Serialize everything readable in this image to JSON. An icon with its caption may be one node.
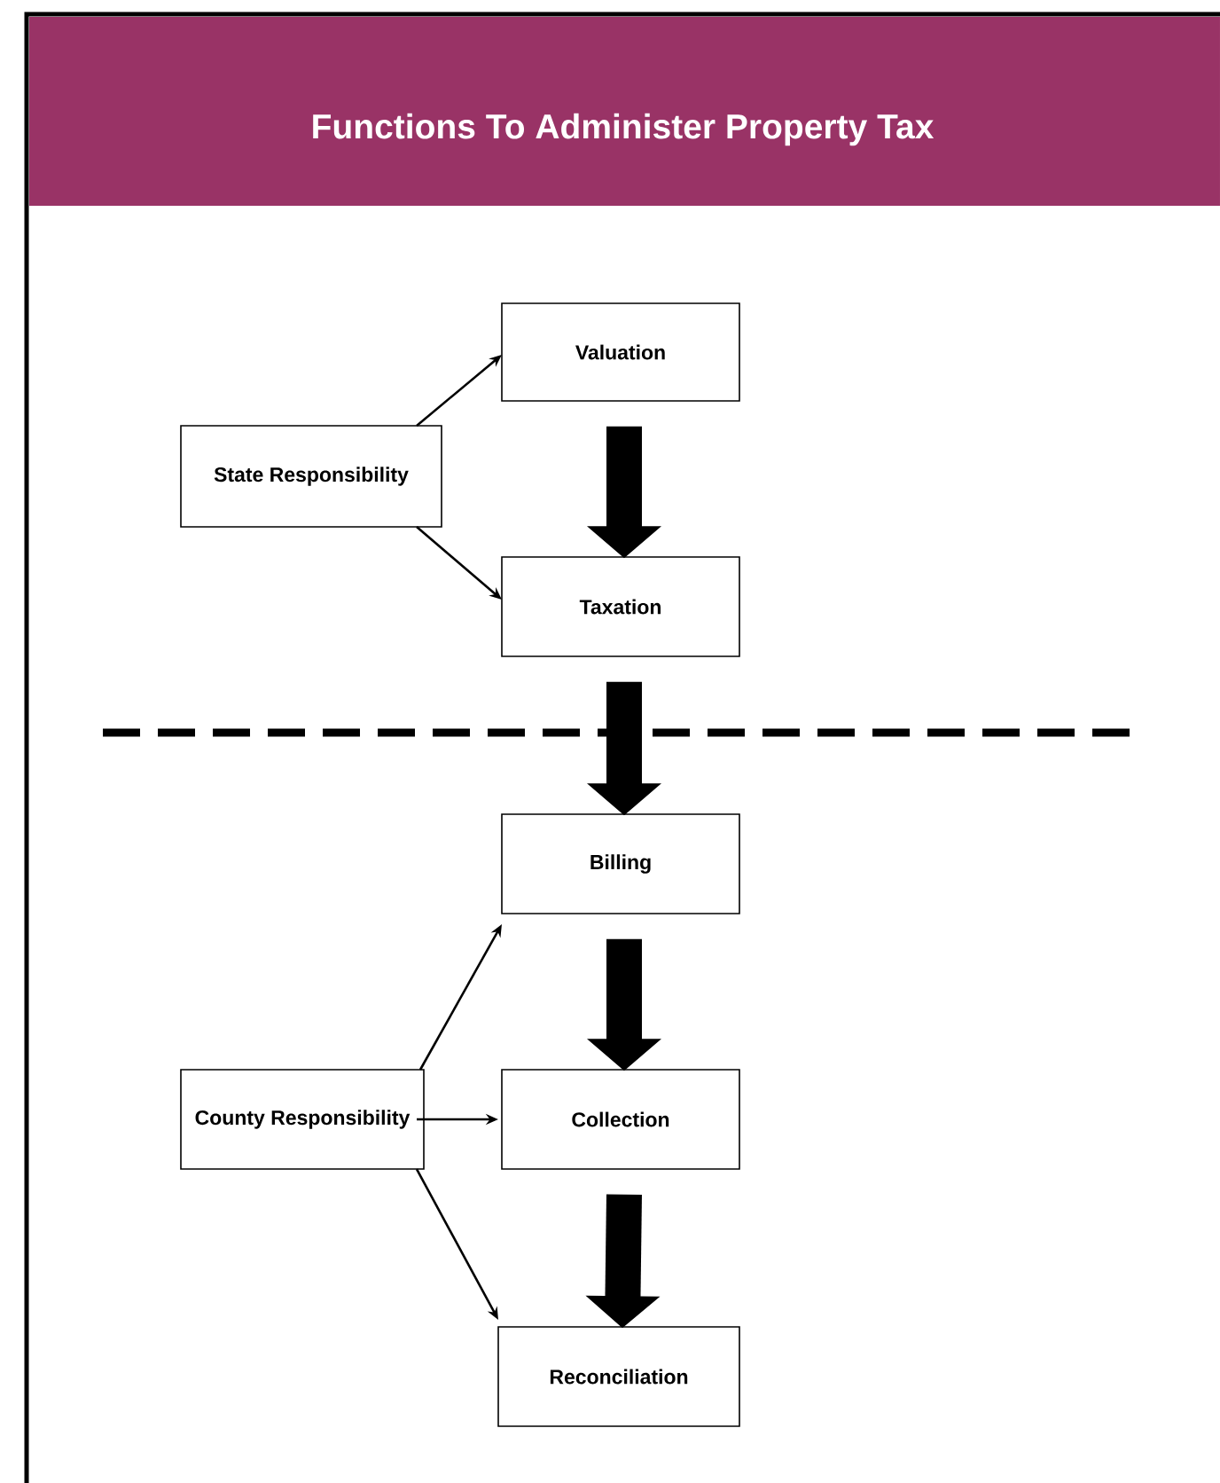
{
  "diagram": {
    "title": "Functions To Administer Property Tax",
    "nodes": [
      {
        "text": [
          "Valuation"
        ]
      },
      {
        "text": [
          "State Responsibility"
        ]
      },
      {
        "text": [
          "Taxation"
        ]
      },
      {
        "text": [
          "Billing"
        ]
      },
      {
        "text": [
          "County Responsibility"
        ]
      },
      {
        "text": [
          "Collection"
        ]
      },
      {
        "text": [
          "Reconciliation"
        ]
      }
    ],
    "edges": [
      {
        "from": 1,
        "to": 0,
        "arrow": "to"
      },
      {
        "from": 1,
        "to": 2,
        "arrow": "to"
      },
      {
        "from": 0,
        "to": 2,
        "arrow": "to",
        "style": "thick"
      },
      {
        "from": 2,
        "to": 3,
        "arrow": "to",
        "style": "thick"
      },
      {
        "from": 4,
        "to": 3,
        "arrow": "to"
      },
      {
        "from": 4,
        "to": 5,
        "arrow": "to"
      },
      {
        "from": 4,
        "to": 6,
        "arrow": "to"
      },
      {
        "from": 3,
        "to": 5,
        "arrow": "to",
        "style": "thick"
      },
      {
        "from": 5,
        "to": 6,
        "arrow": "to",
        "style": "thick"
      }
    ]
  }
}
